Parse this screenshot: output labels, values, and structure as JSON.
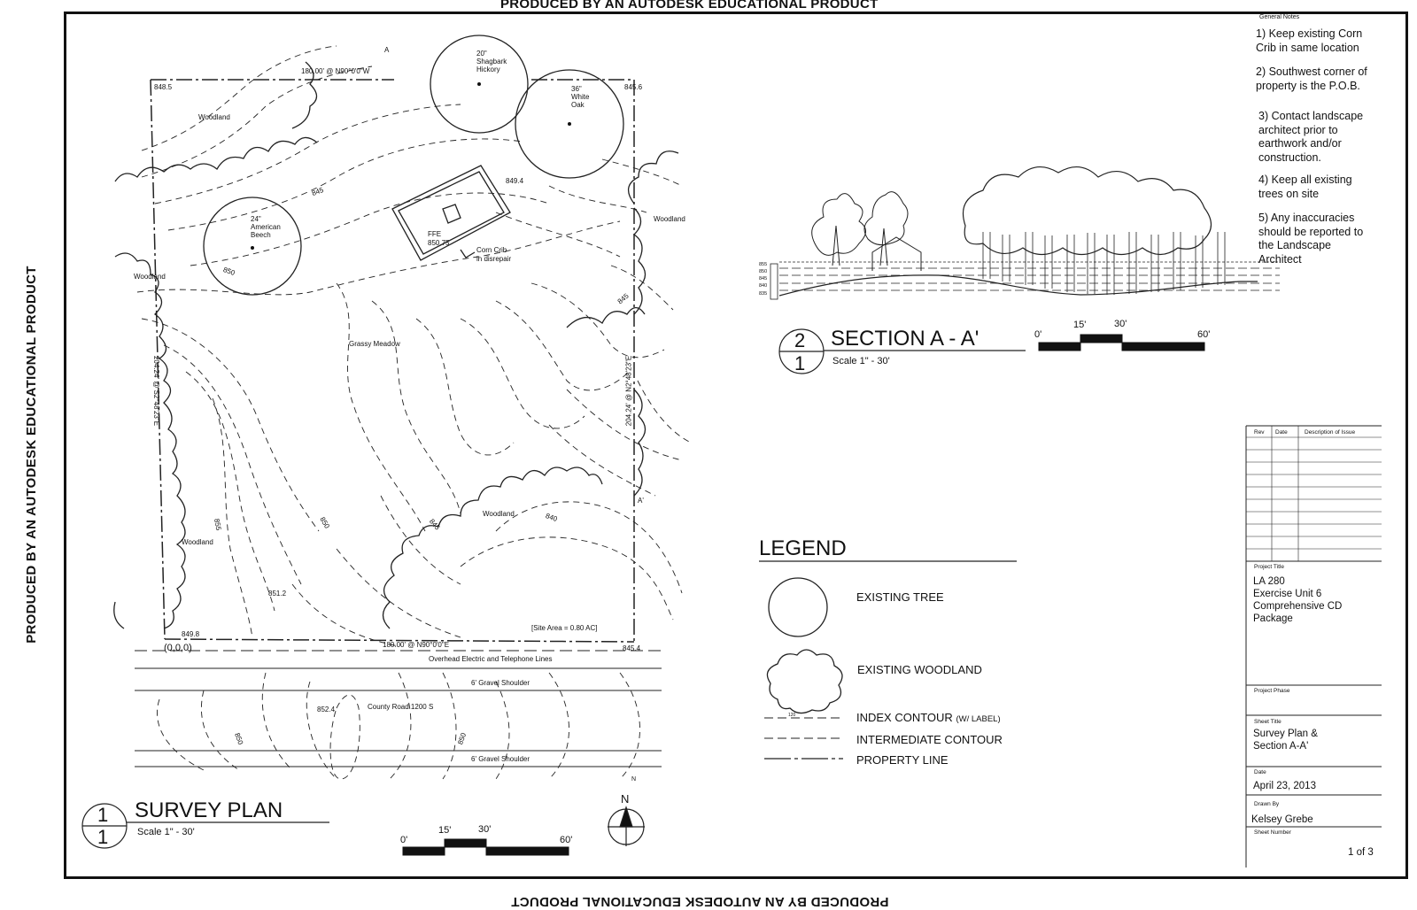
{
  "watermark": "PRODUCED BY AN AUTODESK EDUCATIONAL PRODUCT",
  "general_notes": {
    "title": "General Notes",
    "items": [
      "1) Keep existing Corn\nCrib in same location",
      "2) Southwest corner of\nproperty is the P.O.B.",
      "3) Contact landscape\narchitect prior to\nearthwork and/or\nconstruction.",
      "4) Keep all existing\ntrees on site",
      "5) Any inaccuracies\nshould be reported to\nthe Landscape\nArchitect"
    ]
  },
  "section": {
    "number": "2",
    "sheet": "1",
    "title": "SECTION A - A'",
    "scale": "Scale 1\" - 30'",
    "elevations": [
      "855",
      "850",
      "845",
      "840",
      "835"
    ],
    "bar_labels": [
      "0'",
      "15'",
      "30'",
      "60'"
    ]
  },
  "survey": {
    "number": "1",
    "sheet": "1",
    "title": "SURVEY PLAN",
    "scale": "Scale 1\" - 30'",
    "bar_labels": [
      "0'",
      "15'",
      "30'",
      "60'"
    ],
    "north": "N",
    "north_small": "N",
    "labels": {
      "top_bearing": "180.00' @ N90°0'0\"W",
      "bottom_bearing": "180.00' @ N90°0'0\"E",
      "left_bearing": "204.24' @ S2°48'23\"E",
      "right_bearing": "204.24' @ N2°48'23\"E",
      "elev_nw": "848.5",
      "elev_ne": "845.6",
      "elev_center": "849.4",
      "elev_sw": "849.8",
      "elev_se": "845.4",
      "elev_south": "851.2",
      "elev_road": "852.4",
      "origin": "(0,0,0)",
      "site_area": "[Site Area = 0.80 AC]",
      "woodland_nw": "Woodland",
      "woodland_w": "Woodland",
      "woodland_sw": "Woodland",
      "woodland_e": "Woodland",
      "woodland_s": "Woodland",
      "meadow": "Grassy Meadow",
      "tree1": "20\"\nShagbark\nHickory",
      "tree2": "36\"\nWhite\nOak",
      "tree3": "24\"\nAmerican\nBeech",
      "ffe": "FFE\n850.75",
      "crib": "Corn Crib\nin disrepair",
      "utility": "Overhead Electric and Telephone Lines",
      "shoulder1": "6' Gravel Shoulder",
      "road": "County Road 1200 S",
      "shoulder2": "6' Gravel Shoulder",
      "c845a": "845",
      "c850a": "850",
      "c845b": "845",
      "c845c": "845",
      "c840": "840",
      "c850b": "850",
      "c855": "855",
      "c850c": "850",
      "c850d": "850",
      "sec_a": "A",
      "sec_a2": "A'"
    }
  },
  "legend": {
    "title": "LEGEND",
    "items": [
      "EXISTING TREE",
      "EXISTING WOODLAND",
      "INDEX CONTOUR",
      "INTERMEDIATE CONTOUR",
      "PROPERTY LINE"
    ],
    "index_suffix": "(W/ LABEL)",
    "index_sample": "120"
  },
  "title_block": {
    "rev_headers": [
      "Rev",
      "Date",
      "Description of Issue"
    ],
    "project_title_label": "Project Title",
    "project_title": "LA 280\nExercise Unit 6\nComprehensive CD\nPackage",
    "project_phase_label": "Project Phase",
    "sheet_title_label": "Sheet Title",
    "sheet_title": "Survey Plan &\nSection A-A'",
    "date_label": "Date",
    "date": "April 23, 2013",
    "drawn_by_label": "Drawn By",
    "drawn_by": "Kelsey Grebe",
    "sheet_number_label": "Sheet Number",
    "sheet_number": "1 of 3"
  }
}
